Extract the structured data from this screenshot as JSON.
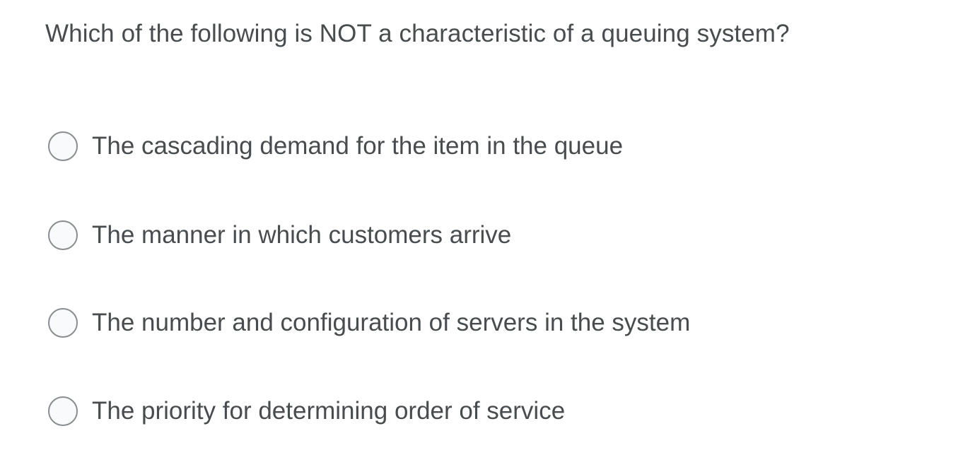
{
  "question": {
    "text": "Which of the following is NOT a characteristic of a queuing system?"
  },
  "options": [
    {
      "label": "The cascading demand for the item in the queue",
      "selected": false
    },
    {
      "label": "The manner in which customers arrive",
      "selected": false
    },
    {
      "label": "The number and configuration of servers in the system",
      "selected": false
    },
    {
      "label": "The priority for determining order of service",
      "selected": false
    }
  ],
  "colors": {
    "text": "#494c4e",
    "radio_border": "#8a8d90",
    "radio_fill": "#f9fafc"
  }
}
